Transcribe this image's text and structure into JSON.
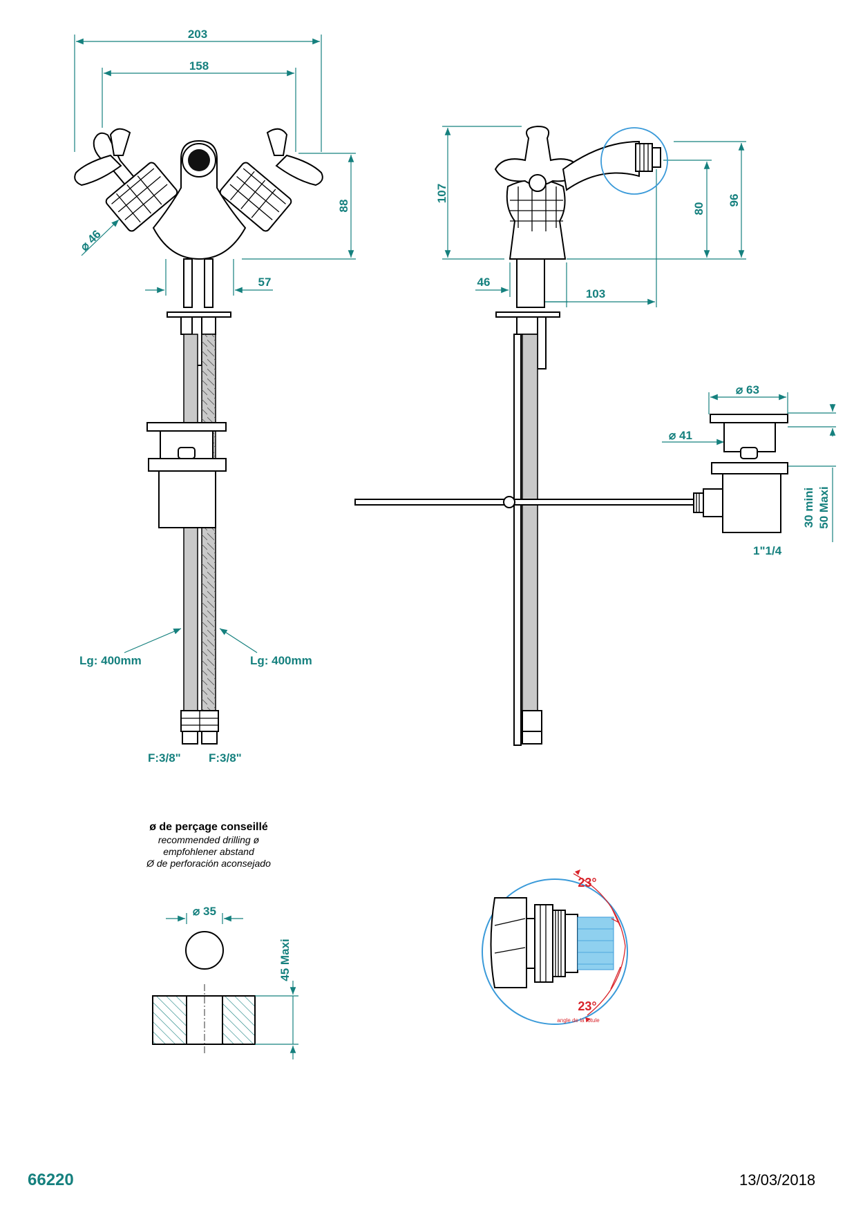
{
  "front_view": {
    "dims": {
      "overall_width": "203",
      "handle_width": "158",
      "height": "88",
      "handle_diameter": "46",
      "shank_spacing": "57"
    },
    "hose_left": "Lg: 400mm",
    "hose_right": "Lg: 400mm",
    "conn_left": "F:3/8\"",
    "conn_right": "F:3/8\""
  },
  "side_view": {
    "dims": {
      "height": "107",
      "outlet_height": "80",
      "detail_height": "96",
      "base_offset": "46",
      "reach": "103"
    }
  },
  "waste": {
    "dims": {
      "outer_diameter": "63",
      "inner_diameter": "41",
      "range_min": "30  mini",
      "range_max": "50 Maxi",
      "thread": "1\"1/4"
    }
  },
  "drilling": {
    "title": "ø de perçage conseillé",
    "lines": [
      "recommended drilling ø",
      "empfohlener abstand",
      "Ø de perforación aconsejado"
    ],
    "diameter": "35",
    "max_thickness": "45  Maxi"
  },
  "swivel_detail": {
    "angle_top": "23°",
    "angle_bottom": "23°",
    "caption": "angle de la rotule"
  },
  "footer": {
    "ref": "66220",
    "date": "13/03/2018"
  },
  "colors": {
    "dimension": "#15807e",
    "angle": "#d8232a",
    "detail_circle": "#3a9ad9",
    "hose": "#c9c9c9"
  }
}
